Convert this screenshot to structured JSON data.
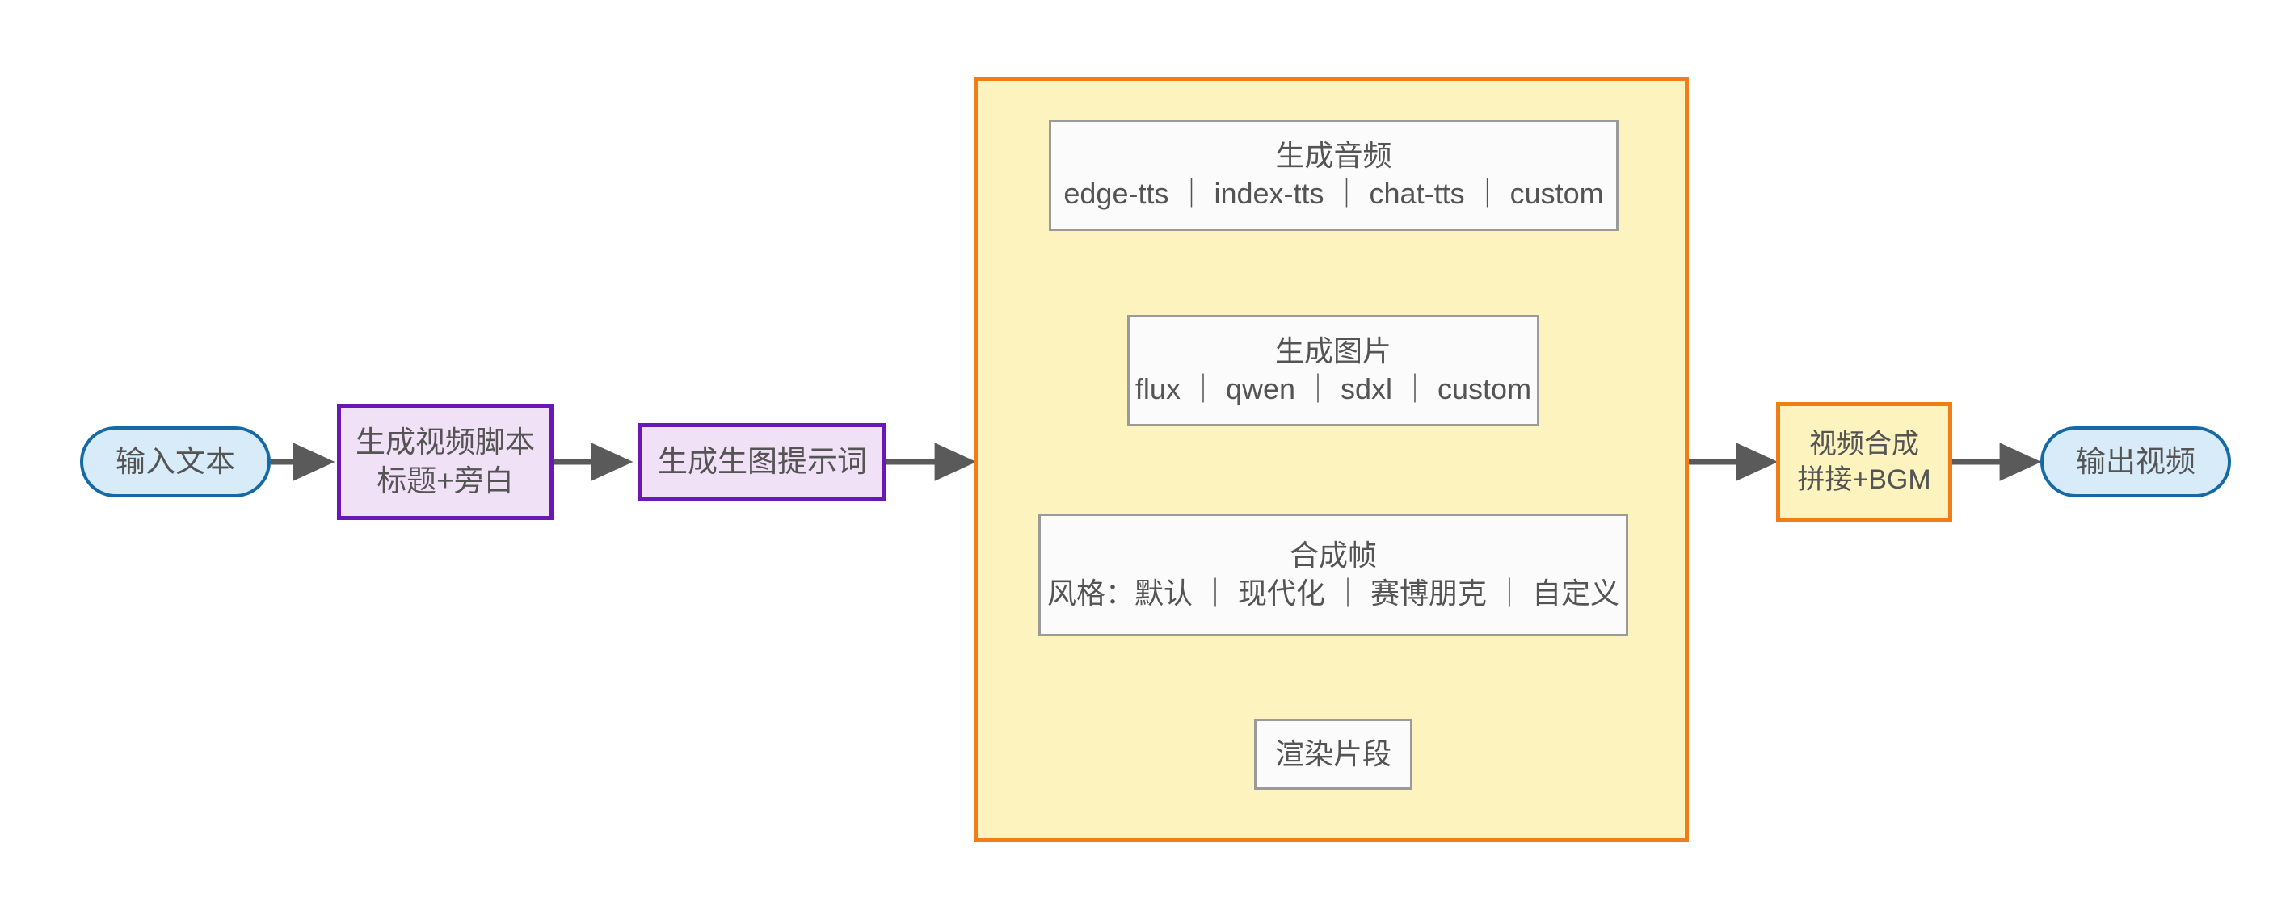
{
  "diagram": {
    "type": "flowchart",
    "direction": "left-to-right",
    "title": "",
    "colors": {
      "stadium_fill": "#d7ebf8",
      "stadium_border": "#1569a5",
      "purple_fill": "#f1e1f7",
      "purple_border": "#6a17b5",
      "orange_fill": "#fcf3bf",
      "orange_border": "#f07d18",
      "subgraph_fill": "#fcf3bf",
      "subgraph_border": "#f07d18",
      "plain_fill": "#fbfbfb",
      "plain_border": "#9a9a9a",
      "edge": "#5a5a5a",
      "text": "#545454"
    },
    "nodes": {
      "input_text": {
        "label": "输入文本",
        "shape": "stadium"
      },
      "script": {
        "line1": "生成视频脚本",
        "line2": "标题+旁白",
        "shape": "rect"
      },
      "prompt": {
        "label": "生成生图提示词",
        "shape": "rect"
      },
      "audio": {
        "line1": "生成音频",
        "line2": "edge-tts ｜ index-tts ｜ chat-tts ｜ custom",
        "shape": "rect"
      },
      "image": {
        "line1": "生成图片",
        "line2": "flux ｜ qwen ｜ sdxl ｜ custom",
        "shape": "rect"
      },
      "frame": {
        "line1": "合成帧",
        "line2": "风格：默认 ｜ 现代化 ｜ 赛博朋克 ｜ 自定义",
        "shape": "rect"
      },
      "render": {
        "label": "渲染片段",
        "shape": "rect"
      },
      "compose": {
        "line1": "视频合成",
        "line2": "拼接+BGM",
        "shape": "rect"
      },
      "output_video": {
        "label": "输出视频",
        "shape": "stadium"
      }
    },
    "edges": [
      {
        "from": "input_text",
        "to": "script",
        "arrow": "arrow-right"
      },
      {
        "from": "script",
        "to": "prompt",
        "arrow": "arrow-right"
      },
      {
        "from": "prompt",
        "to": "subgraph",
        "arrow": "arrow-right"
      },
      {
        "from": "audio",
        "to": "image",
        "arrow": "arrow-down"
      },
      {
        "from": "image",
        "to": "frame",
        "arrow": "arrow-down"
      },
      {
        "from": "frame",
        "to": "render",
        "arrow": "arrow-down"
      },
      {
        "from": "subgraph",
        "to": "compose",
        "arrow": "arrow-right"
      },
      {
        "from": "compose",
        "to": "output_video",
        "arrow": "arrow-right"
      }
    ]
  }
}
